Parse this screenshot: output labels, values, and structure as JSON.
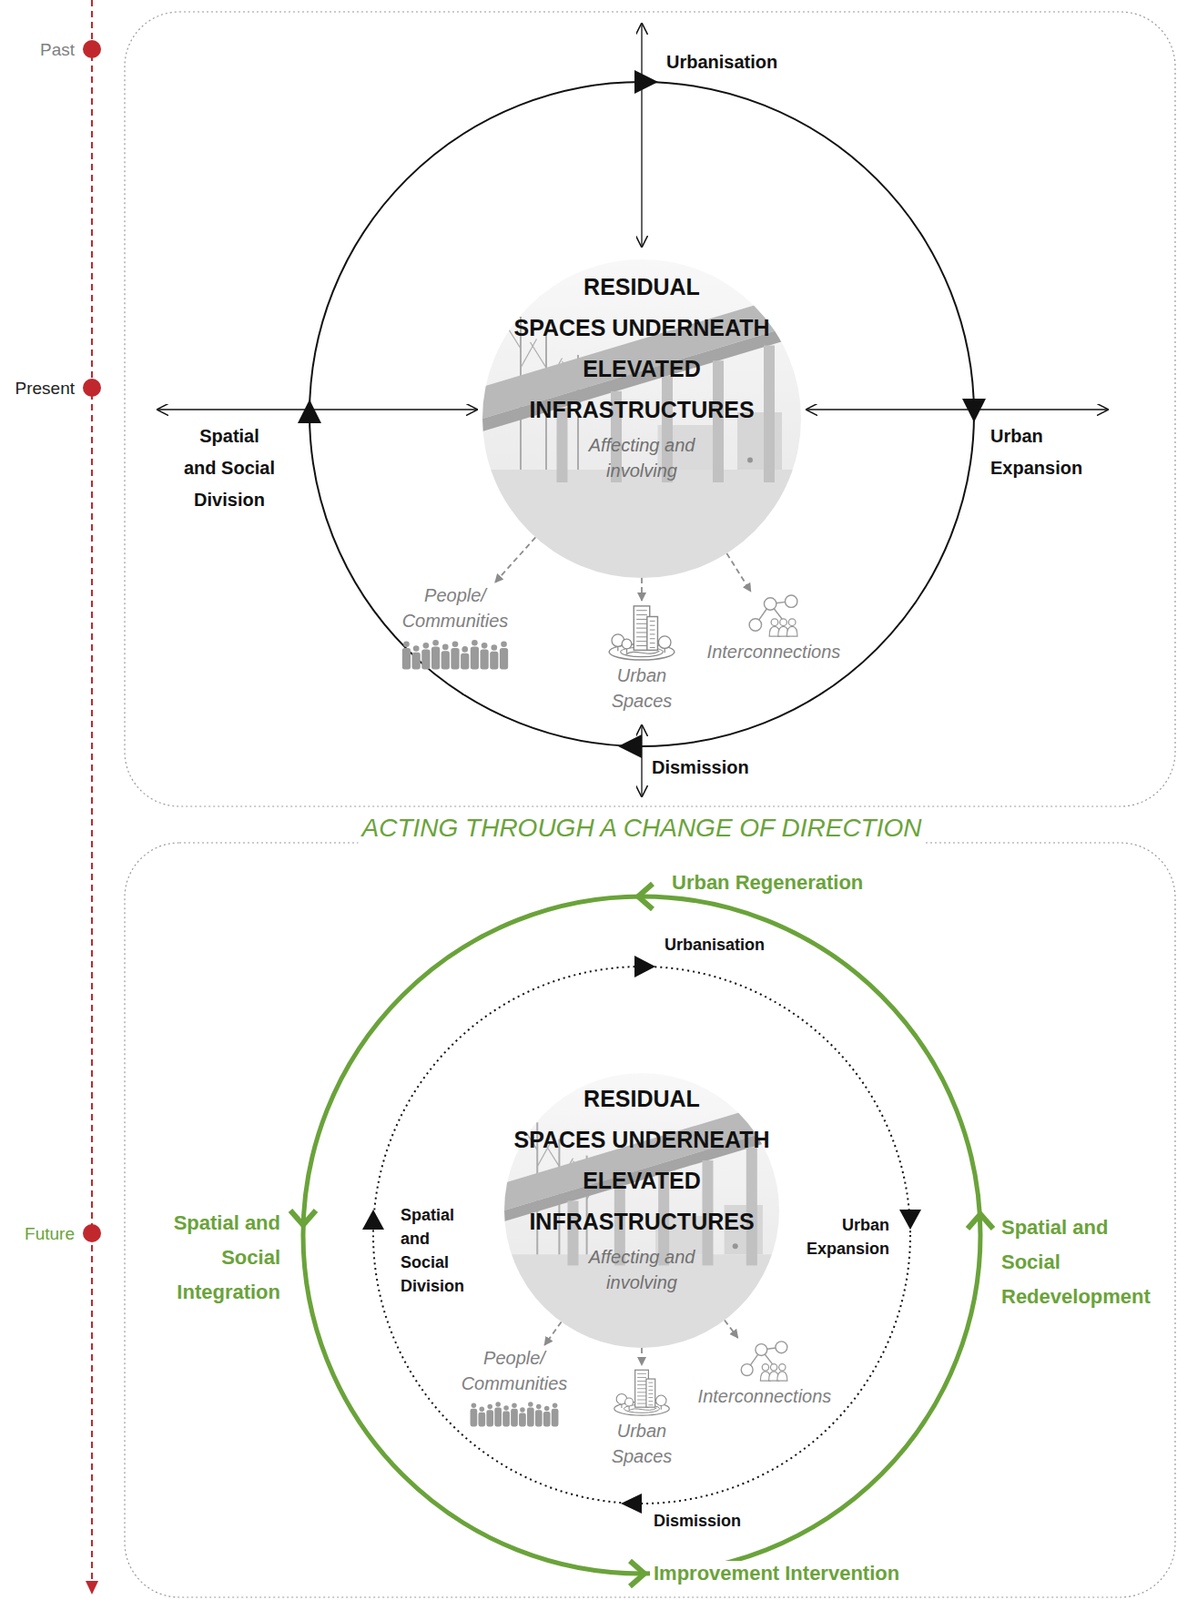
{
  "diagram": {
    "nodes": [
      {
        "text": [
          "RESIDUAL SPACES UNDERNEATH ELEVATED INFRASTRUCTURES",
          "Affecting and involving"
        ]
      },
      {
        "text": [
          "People/Communities"
        ]
      },
      {
        "text": [
          "Urban Spaces"
        ]
      },
      {
        "text": [
          "Interconnections"
        ]
      },
      {
        "text": [
          "RESIDUAL SPACES UNDERNEATH ELEVATED INFRASTRUCTURES",
          "Affecting and involving"
        ]
      },
      {
        "text": [
          "People/Communities"
        ]
      },
      {
        "text": [
          "Urban Spaces"
        ]
      },
      {
        "text": [
          "Interconnections"
        ]
      }
    ],
    "edges": [
      {
        "from": 0,
        "to": 1,
        "arrow": "to"
      },
      {
        "from": 0,
        "to": 2,
        "arrow": "to"
      },
      {
        "from": 0,
        "to": 3,
        "arrow": "to"
      },
      {
        "from": 4,
        "to": 5,
        "arrow": "to"
      },
      {
        "from": 4,
        "to": 6,
        "arrow": "to"
      },
      {
        "from": 4,
        "to": 7,
        "arrow": "to"
      }
    ],
    "labels": [
      "Past",
      "Present",
      "Future",
      "Urbanisation",
      "Spatial and Social Division",
      "Urban Expansion",
      "Dismission",
      "ACTING THROUGH A CHANGE OF DIRECTION",
      "Urban Regeneration",
      "Spatial and Social Integration",
      "Spatial and Social Redevelopment",
      "Improvement Intervention",
      "Urbanisation",
      "Spatial and Social Division",
      "Urban Expansion",
      "Dismission"
    ]
  }
}
